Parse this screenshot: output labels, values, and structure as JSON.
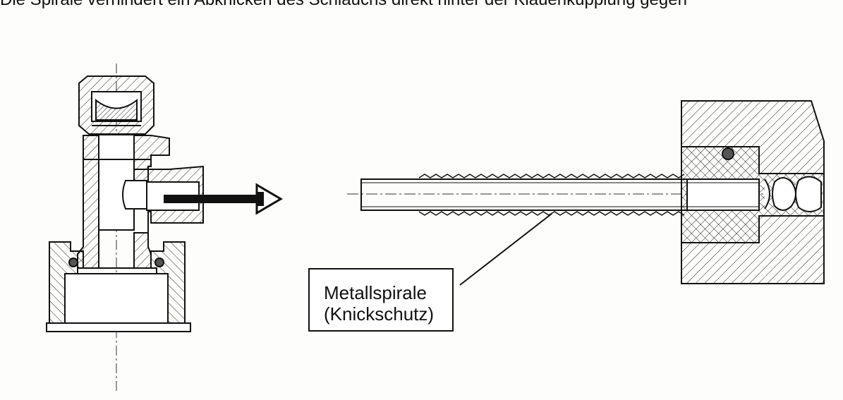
{
  "figure": {
    "caption_fragment": "Die Spirale verhindert ein Abknicken des Schlauchs direkt hinter der Klauenkupplung gegen",
    "callout": {
      "line1": "Metallspirale",
      "line2": "(Knickschutz)"
    }
  },
  "colors": {
    "ink": "#111111",
    "paper": "#fdfdfb"
  }
}
